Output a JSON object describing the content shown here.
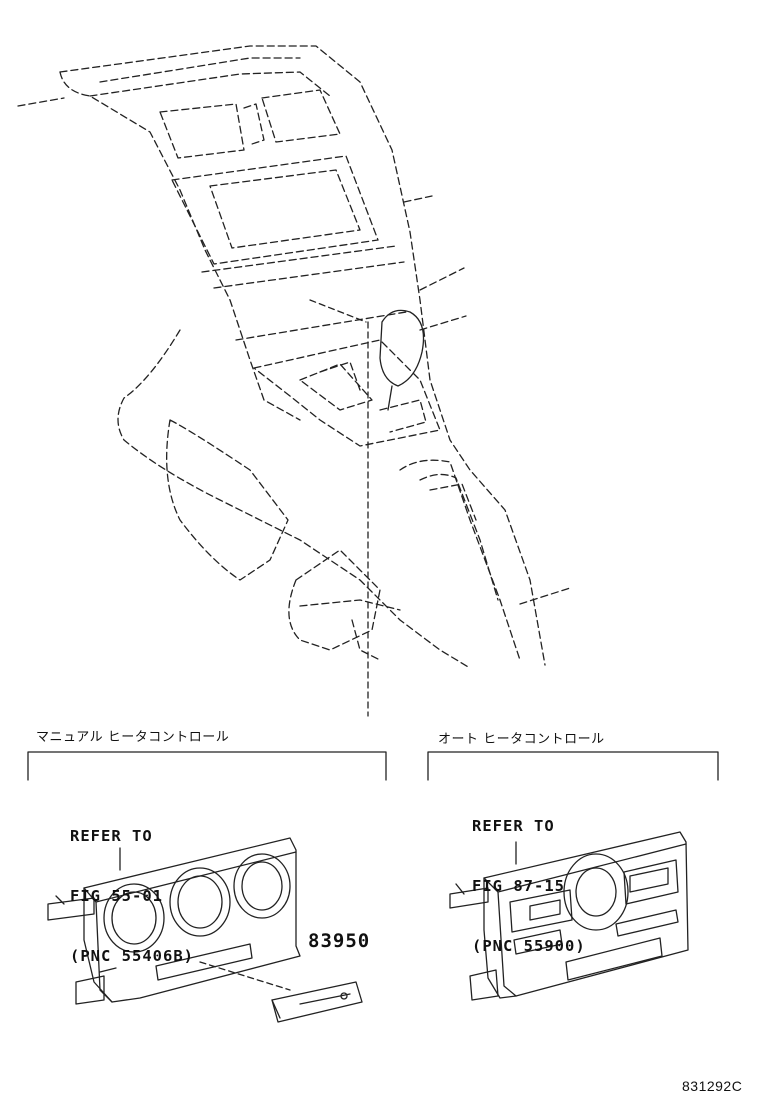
{
  "manual_section": {
    "title": "マニュアル ヒータコントロール",
    "refer_lines": [
      "REFER TO",
      "FIG 55-01",
      "(PNC 55406B)"
    ],
    "part_number": "83950"
  },
  "auto_section": {
    "title": "オート ヒータコントロール",
    "refer_lines": [
      "REFER TO",
      "FIG 87-15",
      "(PNC 55900)"
    ]
  },
  "diagram_code": "831292C",
  "colors": {
    "line": "#222222",
    "background": "#ffffff"
  }
}
